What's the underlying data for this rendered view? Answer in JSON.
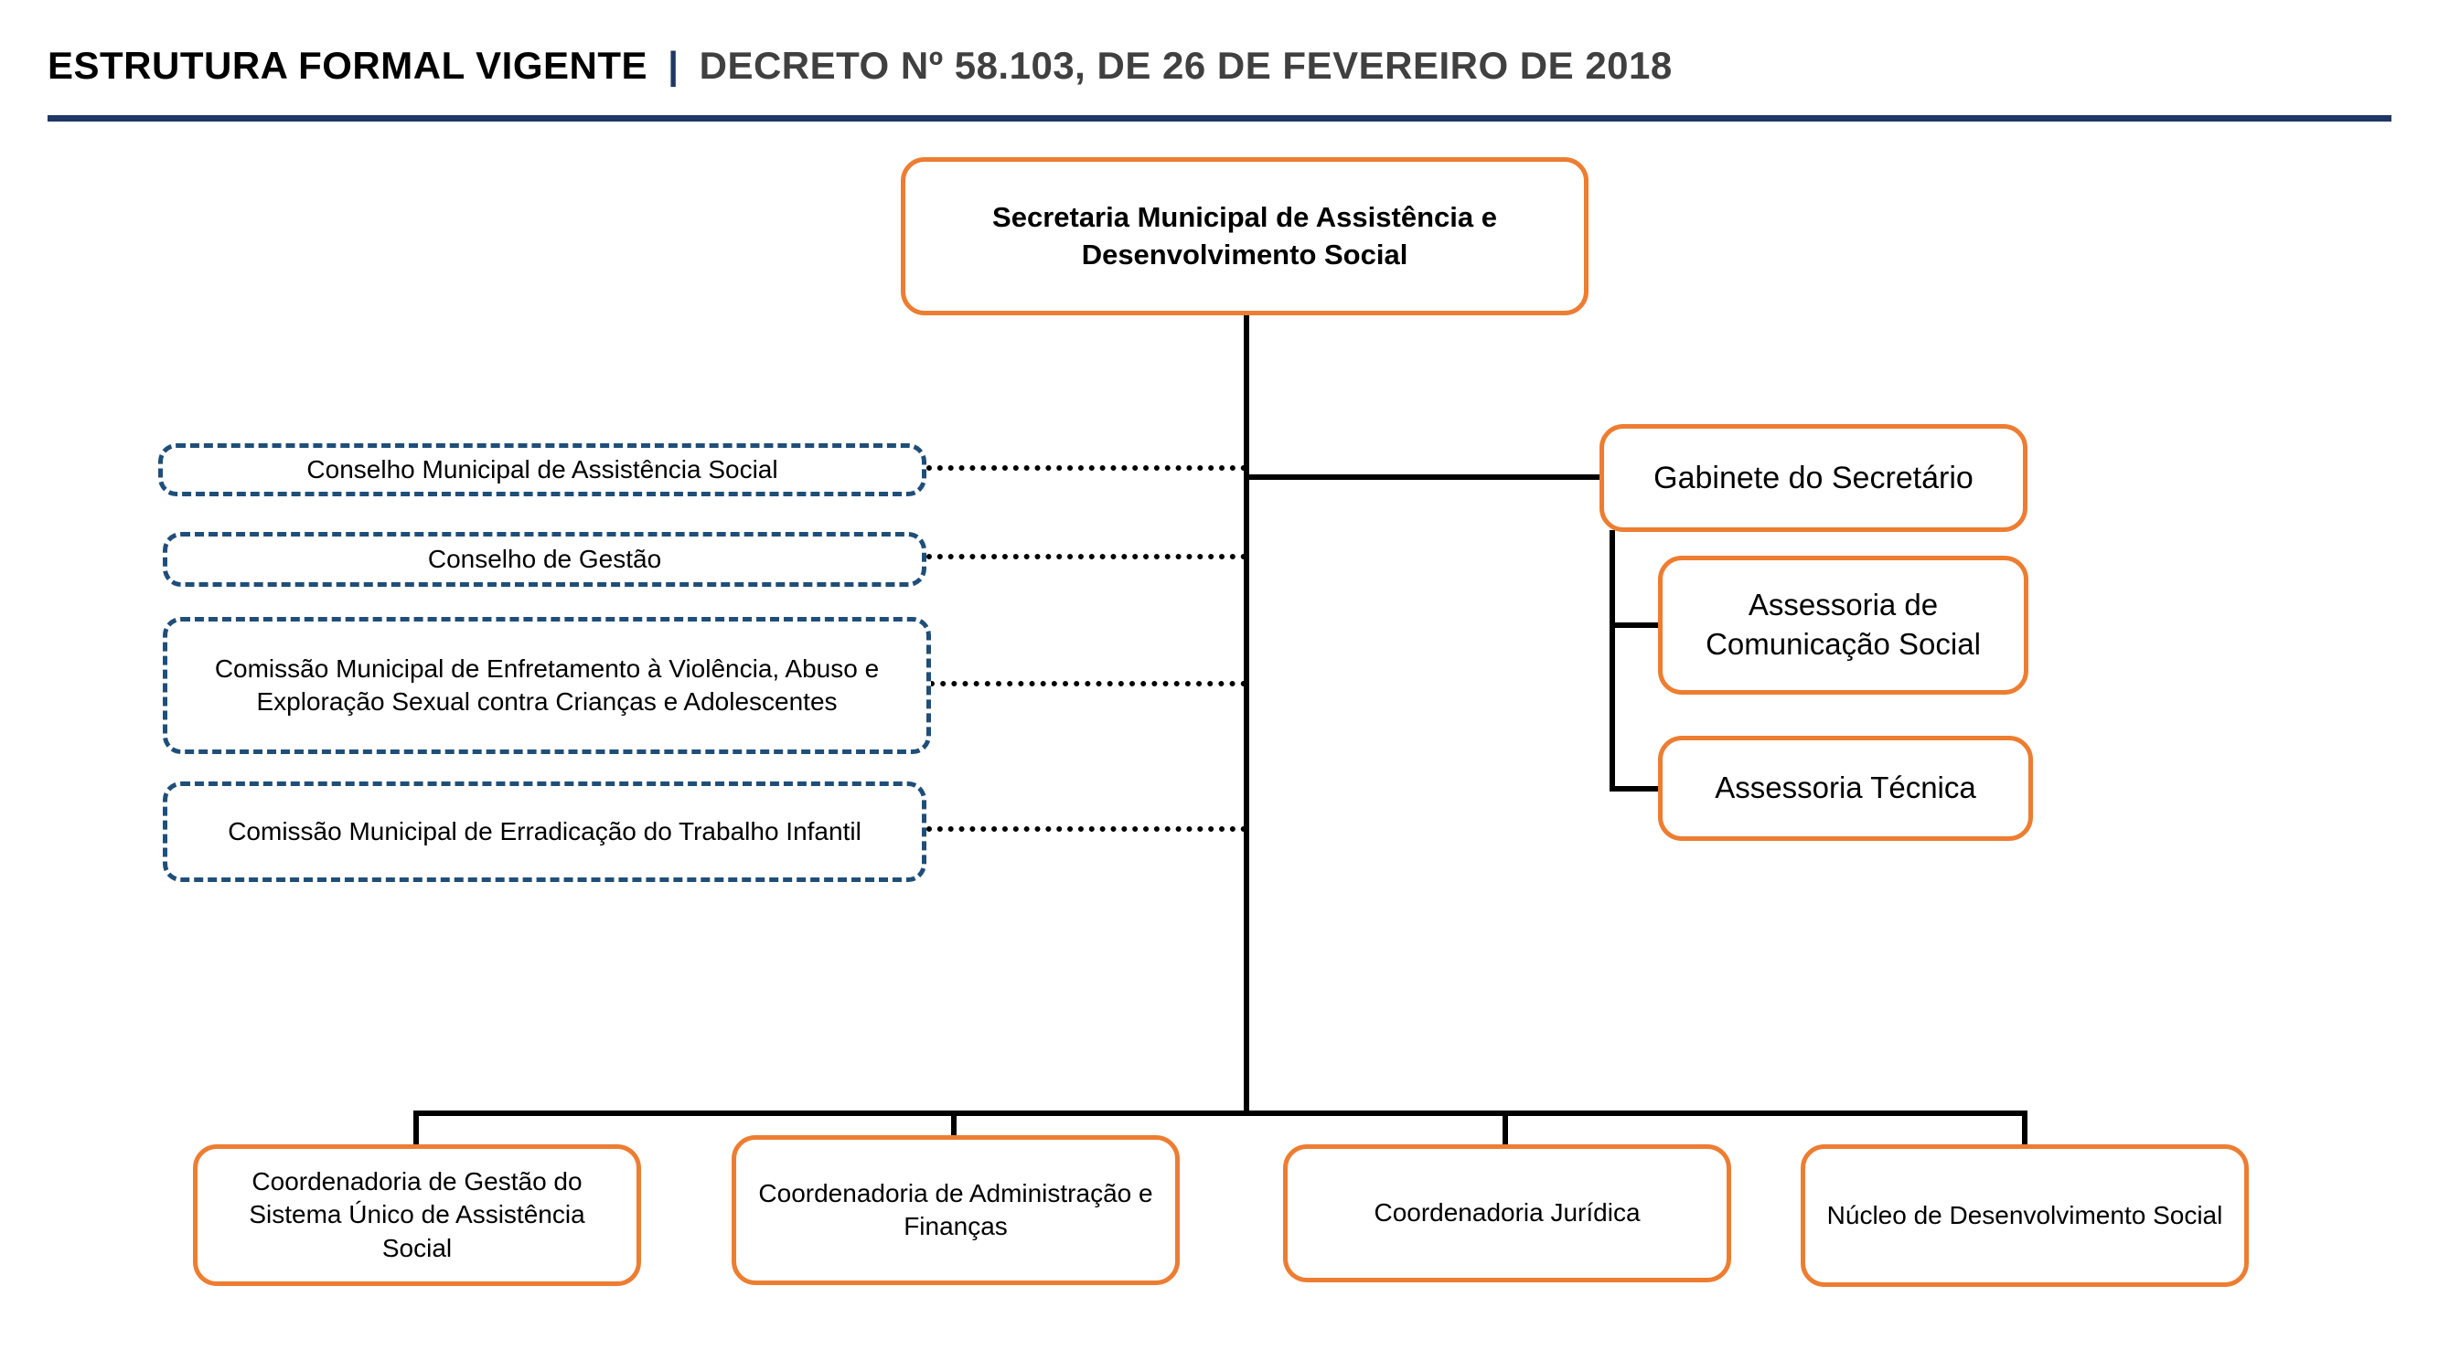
{
  "header": {
    "title_main": "ESTRUTURA FORMAL VIGENTE",
    "separator": "|",
    "title_sub": "DECRETO Nº 58.103, DE 26 DE FEVEREIRO DE 2018"
  },
  "chart": {
    "root": {
      "label": "Secretaria Municipal de Assistência e Desenvolvimento Social"
    },
    "advisory": [
      {
        "label": "Conselho Municipal de Assistência Social"
      },
      {
        "label": "Conselho de Gestão"
      },
      {
        "label": "Comissão Municipal de Enfretamento à Violência, Abuso e Exploração Sexual contra Crianças e Adolescentes"
      },
      {
        "label": "Comissão Municipal de Erradicação do Trabalho Infantil"
      }
    ],
    "gabinete": {
      "label": "Gabinete do Secretário"
    },
    "gabinete_children": [
      {
        "label": "Assessoria de Comunicação Social"
      },
      {
        "label": "Assessoria Técnica"
      }
    ],
    "bottom": [
      {
        "label": "Coordenadoria de Gestão do Sistema Único de Assistência Social"
      },
      {
        "label": "Coordenadoria de Administração e Finanças"
      },
      {
        "label": "Coordenadoria Jurídica"
      },
      {
        "label": "Núcleo de Desenvolvimento Social"
      }
    ]
  },
  "colors": {
    "orange": "#ED7D31",
    "navy": "#1F4E79",
    "rule": "#1F3864",
    "line": "#000000",
    "subtitle": "#404040"
  }
}
